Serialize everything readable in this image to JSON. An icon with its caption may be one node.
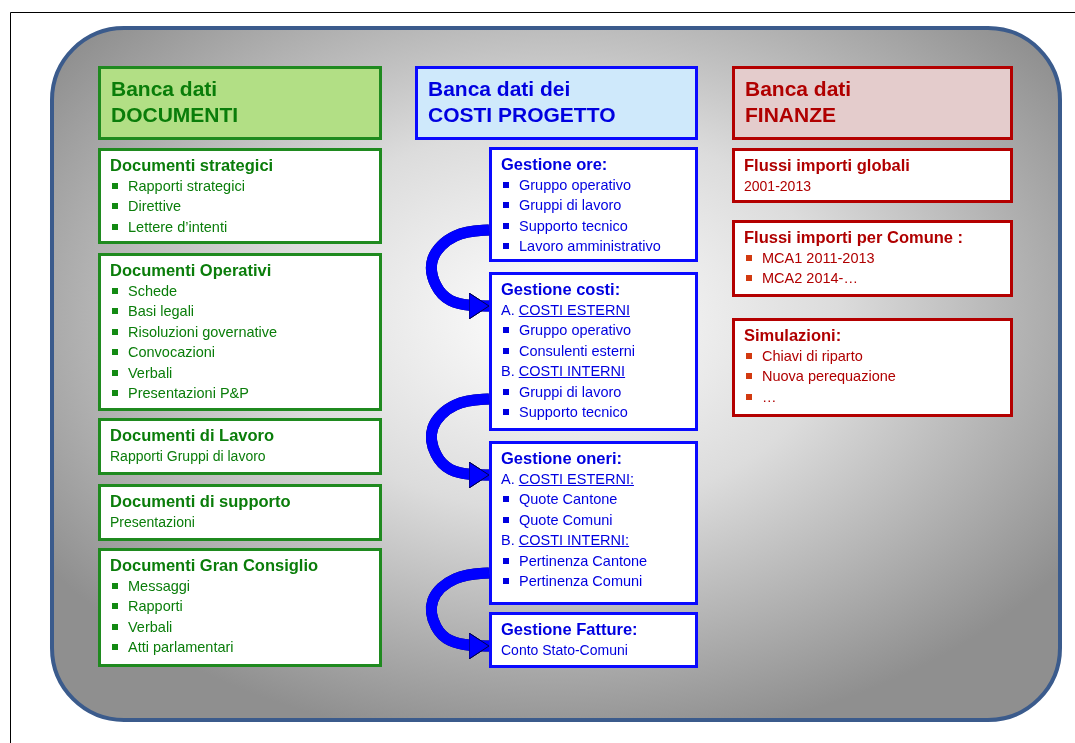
{
  "diagram": {
    "nodes": [
      {
        "text": [
          "Banca dati DOCUMENTI"
        ]
      },
      {
        "text": [
          "Documenti strategici",
          "Rapporti strategici",
          "Direttive",
          "Lettere d’intenti"
        ]
      },
      {
        "text": [
          "Documenti Operativi",
          "Schede",
          "Basi legali",
          "Risoluzioni governative",
          "Convocazioni",
          "Verbali",
          "Presentazioni P&P"
        ]
      },
      {
        "text": [
          "Documenti di Lavoro",
          "Rapporti Gruppi di lavoro"
        ]
      },
      {
        "text": [
          "Documenti di supporto",
          "Presentazioni"
        ]
      },
      {
        "text": [
          "Documenti Gran Consiglio",
          "Messaggi",
          "Rapporti",
          "Verbali",
          "Atti parlamentari"
        ]
      },
      {
        "text": [
          "Banca dati dei COSTI PROGETTO"
        ]
      },
      {
        "text": [
          "Gestione ore:",
          "Gruppo operativo",
          "Gruppi di lavoro",
          "Supporto tecnico",
          "Lavoro amministrativo"
        ]
      },
      {
        "text": [
          "Gestione costi:",
          "A. COSTI ESTERNI",
          "Gruppo operativo",
          "Consulenti esterni",
          "B. COSTI INTERNI",
          "Gruppi di lavoro",
          "Supporto tecnico"
        ]
      },
      {
        "text": [
          "Gestione oneri:",
          "A. COSTI ESTERNI:",
          "Quote Cantone",
          "Quote Comuni",
          "B. COSTI INTERNI:",
          "Pertinenza Cantone",
          "Pertinenza Comuni"
        ]
      },
      {
        "text": [
          "Gestione Fatture:",
          "Conto Stato-Comuni"
        ]
      },
      {
        "text": [
          "Banca dati FINANZE"
        ]
      },
      {
        "text": [
          "Flussi importi globali",
          "2001-2013"
        ]
      },
      {
        "text": [
          "Flussi importi per Comune :",
          "MCA1 2011-2013",
          "MCA2 2014-…"
        ]
      },
      {
        "text": [
          "Simulazioni:",
          "Chiavi di riparto",
          "Nuova perequazione",
          "…"
        ]
      }
    ],
    "edges": [
      {
        "from": 7,
        "to": 8,
        "arrow": "to"
      },
      {
        "from": 8,
        "to": 9,
        "arrow": "to"
      },
      {
        "from": 9,
        "to": 10,
        "arrow": "to"
      }
    ]
  }
}
